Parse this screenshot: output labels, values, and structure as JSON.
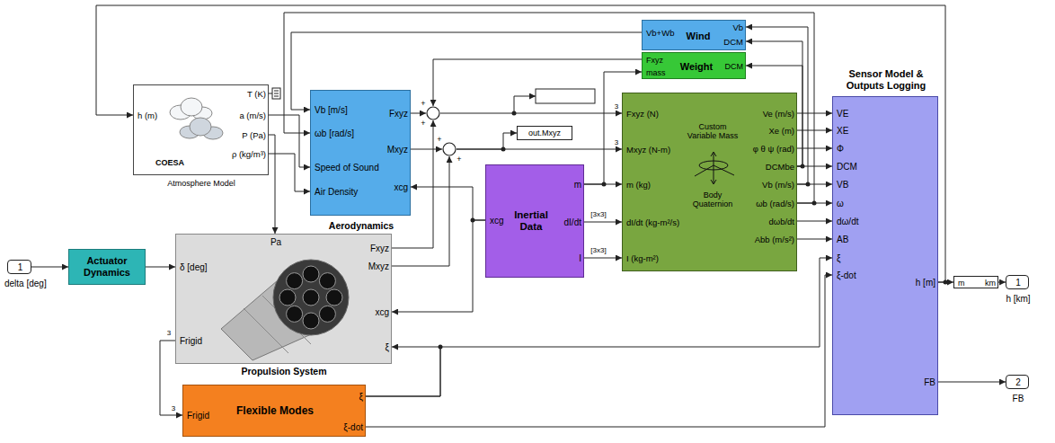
{
  "diagram": {
    "nodes": [
      {
        "text": [
          "1",
          "delta [deg]"
        ]
      },
      {
        "text": [
          "Actuator Dynamics"
        ]
      },
      {
        "text": [
          "h (m)",
          "T (K)",
          "a (m/s)",
          "P (Pa)",
          "ρ (kg/m³)",
          "COESA",
          "Atmosphere Model"
        ]
      },
      {
        "text": [
          "Vb [m/s]",
          "ωb [rad/s]",
          "Speed of Sound",
          "Air Density",
          "Fxyz",
          "Mxyz",
          "xcg",
          "Aerodynamics"
        ]
      },
      {
        "text": [
          "Vb+Wb",
          "Wind",
          "Vb",
          "DCM"
        ]
      },
      {
        "text": [
          "Fxyz",
          "mass",
          "Weight",
          "DCM"
        ]
      },
      {
        "text": [
          "+",
          "+"
        ]
      },
      {
        "text": [
          "+",
          "+"
        ]
      },
      {
        "text": [
          "out.Mxyz"
        ]
      },
      {
        "text": [
          "Pa",
          "δ [deg]",
          "Fxyz",
          "Mxyz",
          "xcg",
          "Frigid",
          "ξ",
          "Propulsion System"
        ]
      },
      {
        "text": [
          "Frigid",
          "ξ",
          "ξ-dot",
          "Flexible Modes"
        ]
      },
      {
        "text": [
          "xcg",
          "Inertial Data",
          "m",
          "dI/dt",
          "I"
        ]
      },
      {
        "text": [
          "Fxyz (N)",
          "Mxyz (N-m)",
          "m (kg)",
          "dI/dt (kg-m²/s)",
          "I (kg-m²)",
          "Custom Variable Mass",
          "Body Quaternion",
          "Ve (m/s)",
          "Xe (m)",
          "φ θ ψ (rad)",
          "DCMbe",
          "Vb (m/s)",
          "ωb (rad/s)",
          "dωb/dt",
          "Abb (m/s²)"
        ]
      },
      {
        "text": [
          "Sensor Model & Outputs Logging",
          "VE",
          "XE",
          "Φ",
          "DCM",
          "VB",
          "ω",
          "dω/dt",
          "AB",
          "ξ",
          "ξ-dot",
          "h [m]",
          "FB"
        ]
      },
      {
        "text": [
          "m",
          "km"
        ]
      },
      {
        "text": [
          "1",
          "h [km]"
        ]
      },
      {
        "text": [
          "2",
          "FB"
        ]
      }
    ],
    "edges": [
      {
        "from": 0,
        "to": 1,
        "arrow": "to"
      },
      {
        "from": 1,
        "to": 9,
        "arrow": "to"
      },
      {
        "from": 2,
        "to": 3,
        "arrow": "to"
      },
      {
        "from": 2,
        "to": 3,
        "arrow": "to"
      },
      {
        "from": 2,
        "to": 9,
        "arrow": "to"
      },
      {
        "from": 4,
        "to": 3,
        "arrow": "to"
      },
      {
        "from": 12,
        "to": 3,
        "arrow": "to"
      },
      {
        "from": 3,
        "to": 6,
        "arrow": "to"
      },
      {
        "from": 5,
        "to": 6,
        "arrow": "to"
      },
      {
        "from": 9,
        "to": 6,
        "arrow": "to"
      },
      {
        "from": 3,
        "to": 7,
        "arrow": "to"
      },
      {
        "from": 9,
        "to": 7,
        "arrow": "to"
      },
      {
        "from": 6,
        "to": 12,
        "arrow": "to"
      },
      {
        "from": 7,
        "to": 12,
        "arrow": "to"
      },
      {
        "from": 7,
        "to": 8,
        "arrow": "to"
      },
      {
        "from": 11,
        "to": 3,
        "arrow": "to"
      },
      {
        "from": 11,
        "to": 9,
        "arrow": "to"
      },
      {
        "from": 11,
        "to": 12,
        "arrow": "to"
      },
      {
        "from": 11,
        "to": 5,
        "arrow": "to"
      },
      {
        "from": 11,
        "to": 12,
        "label": "[3x3]",
        "arrow": "to"
      },
      {
        "from": 11,
        "to": 12,
        "label": "[3x3]",
        "arrow": "to"
      },
      {
        "from": 12,
        "to": 13,
        "arrow": "to"
      },
      {
        "from": 12,
        "to": 13,
        "arrow": "to"
      },
      {
        "from": 12,
        "to": 13,
        "arrow": "to"
      },
      {
        "from": 12,
        "to": 13,
        "arrow": "to"
      },
      {
        "from": 12,
        "to": 13,
        "arrow": "to"
      },
      {
        "from": 12,
        "to": 13,
        "arrow": "to"
      },
      {
        "from": 12,
        "to": 13,
        "arrow": "to"
      },
      {
        "from": 12,
        "to": 13,
        "arrow": "to"
      },
      {
        "from": 12,
        "to": 5,
        "arrow": "to"
      },
      {
        "from": 12,
        "to": 4,
        "arrow": "to"
      },
      {
        "from": 12,
        "to": 4,
        "arrow": "to"
      },
      {
        "from": 9,
        "to": 10,
        "arrow": "to"
      },
      {
        "from": 10,
        "to": 9,
        "arrow": "to"
      },
      {
        "from": 10,
        "to": 13,
        "arrow": "to"
      },
      {
        "from": 10,
        "to": 13,
        "arrow": "to"
      },
      {
        "from": 13,
        "to": 14,
        "arrow": "to"
      },
      {
        "from": 13,
        "to": 2,
        "arrow": "to"
      },
      {
        "from": 14,
        "to": 15,
        "arrow": "to"
      },
      {
        "from": 13,
        "to": 16,
        "arrow": "to"
      }
    ],
    "labels": [
      "3",
      "3",
      "3",
      "3"
    ]
  }
}
